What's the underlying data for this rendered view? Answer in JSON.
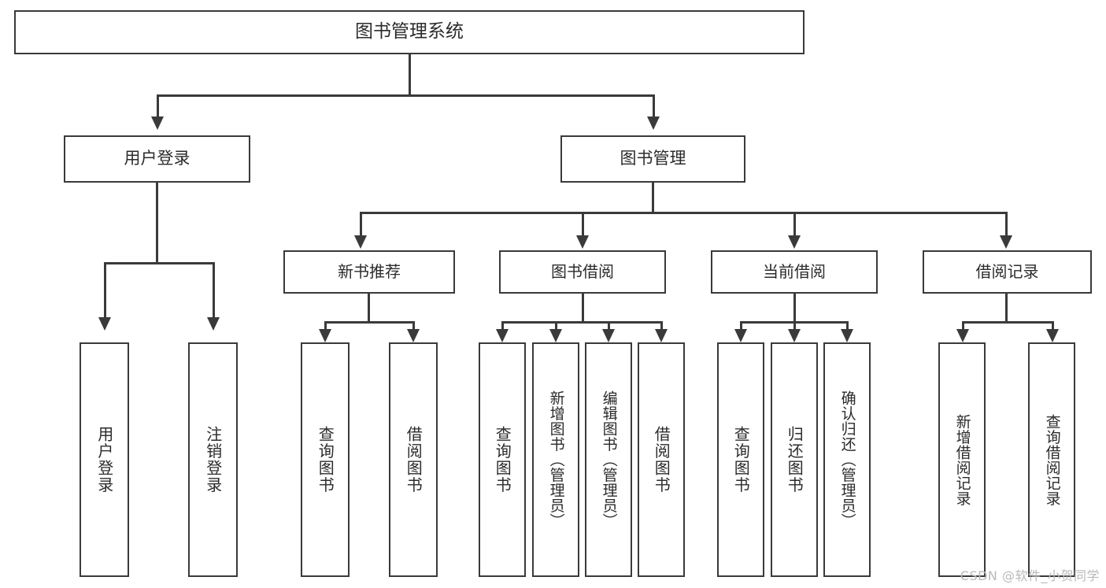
{
  "diagram": {
    "title_node": {
      "label": "图书管理系统"
    },
    "level2": [
      {
        "id": "user-login",
        "label": "用户登录"
      },
      {
        "id": "book-management",
        "label": "图书管理"
      }
    ],
    "level3": [
      {
        "id": "new-book-recommend",
        "label": "新书推荐"
      },
      {
        "id": "book-borrow",
        "label": "图书借阅"
      },
      {
        "id": "current-borrow",
        "label": "当前借阅"
      },
      {
        "id": "borrow-record",
        "label": "借阅记录"
      }
    ],
    "leaves": {
      "user_login": [
        {
          "id": "leaf-user-login",
          "label": "用户登录"
        },
        {
          "id": "leaf-logout-login",
          "label": "注销登录"
        }
      ],
      "new_book_recommend": [
        {
          "id": "leaf-query-book-1",
          "label": "查询图书"
        },
        {
          "id": "leaf-borrow-book-1",
          "label": "借阅图书"
        }
      ],
      "book_borrow": [
        {
          "id": "leaf-query-book-2",
          "label": "查询图书"
        },
        {
          "id": "leaf-add-book",
          "label": "新增图书（管理员）"
        },
        {
          "id": "leaf-edit-book",
          "label": "编辑图书（管理员）"
        },
        {
          "id": "leaf-borrow-book-2",
          "label": "借阅图书"
        }
      ],
      "current_borrow": [
        {
          "id": "leaf-query-book-3",
          "label": "查询图书"
        },
        {
          "id": "leaf-return-book",
          "label": "归还图书"
        },
        {
          "id": "leaf-confirm-return",
          "label": "确认归还（管理员）"
        }
      ],
      "borrow_record": [
        {
          "id": "leaf-add-record",
          "label": "新增借阅记录"
        },
        {
          "id": "leaf-query-record",
          "label": "查询借阅记录"
        }
      ]
    }
  },
  "watermark": {
    "text": "CSDN @软件_小贺同学"
  },
  "colors": {
    "stroke": "#3a3a3a",
    "text": "#2b2b2b",
    "background": "#ffffff",
    "watermark": "#b9b9b9"
  }
}
